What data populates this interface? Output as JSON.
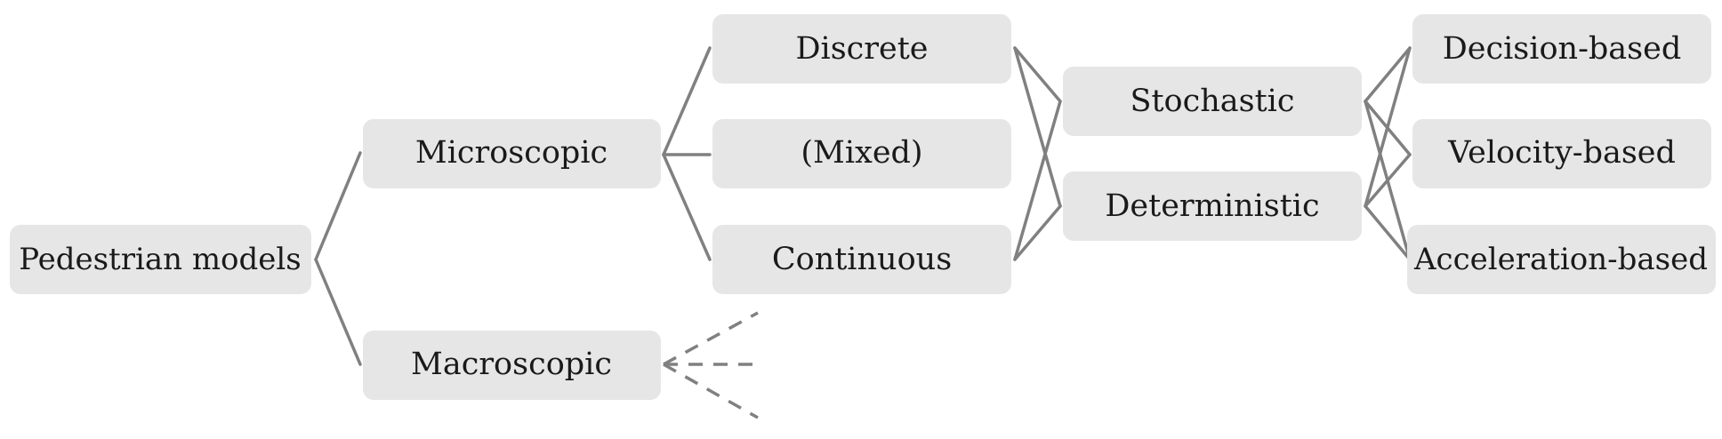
{
  "diagram": {
    "root": "Pedestrian models",
    "scale": {
      "microscopic": "Microscopic",
      "macroscopic": "Macroscopic"
    },
    "space": {
      "discrete": "Discrete",
      "mixed": "(Mixed)",
      "continuous": "Continuous"
    },
    "randomness": {
      "stochastic": "Stochastic",
      "deterministic": "Deterministic"
    },
    "basis": {
      "decision": "Decision-based",
      "velocity": "Velocity-based",
      "acceleration": "Acceleration-based"
    }
  }
}
